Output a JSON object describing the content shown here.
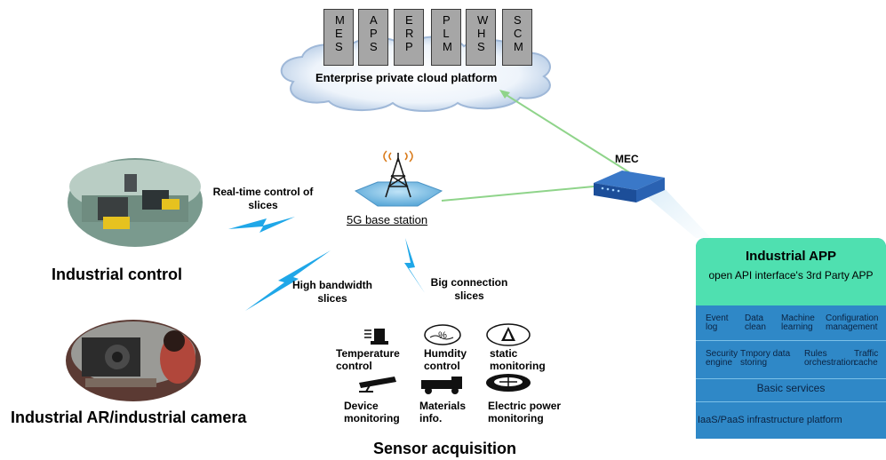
{
  "cloud": {
    "systems": [
      "MES",
      "APS",
      "ERP",
      "PLM",
      "WHS",
      "SCM"
    ],
    "platform_label": "Enterprise private cloud platform"
  },
  "edge": {
    "mec_label": "MEC"
  },
  "base_station": {
    "label": "5G base station"
  },
  "slices": {
    "realtime": "Real-time control of slices",
    "bandwidth": "High bandwidth slices",
    "connection": "Big connection slices"
  },
  "scenarios": {
    "control": "Industrial control",
    "ar": "Industrial AR/industrial camera",
    "sensor": "Sensor acquisition"
  },
  "sensors": [
    {
      "label": "Temperature control",
      "icon": "thermometer-icon"
    },
    {
      "label": "Humdity control",
      "icon": "humidity-icon"
    },
    {
      "label": "static monitoring",
      "icon": "static-warning-icon"
    },
    {
      "label": "Device monitoring",
      "icon": "camera-device-icon"
    },
    {
      "label": "Materials info.",
      "icon": "truck-icon"
    },
    {
      "label": "Electric power monitoring",
      "icon": "power-meter-icon"
    }
  ],
  "industrial_app": {
    "title": "Industrial APP",
    "subtitle": "open API interface's 3rd Party APP",
    "services_row1": [
      "Event log",
      "Data clean",
      "Machine learning",
      "Configuration management"
    ],
    "services_row2": [
      "Security engine",
      "Tmpory data storing",
      "Rules orchestration",
      "Traffic cache"
    ],
    "basic": "Basic services",
    "infra": "IaaS/PaaS infrastructure platform"
  },
  "colors": {
    "panel": "#2f88c7",
    "panel_head": "#4fe0b0",
    "lightning": "#1fa7e8",
    "link": "#8fd48a"
  }
}
